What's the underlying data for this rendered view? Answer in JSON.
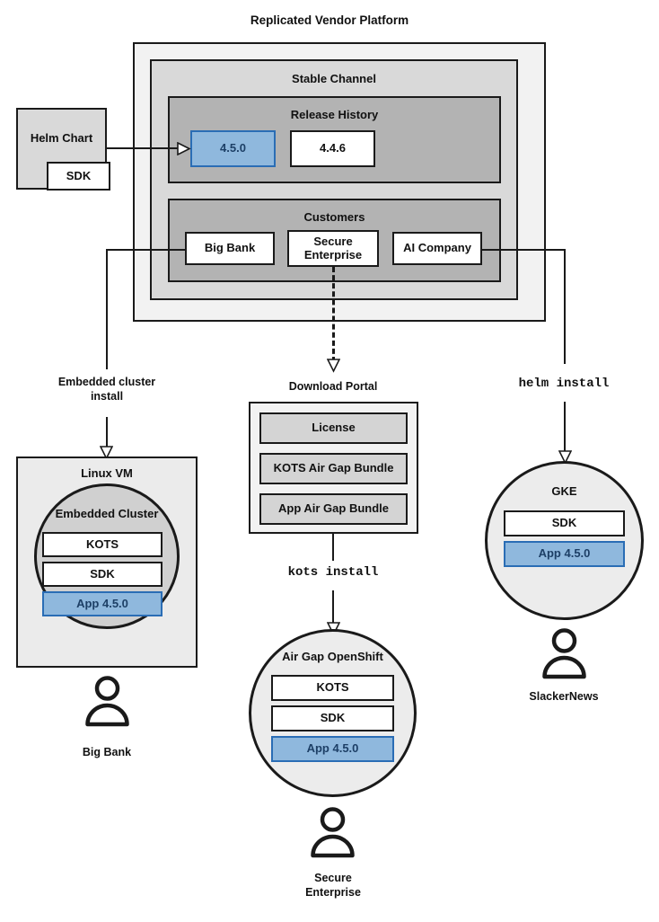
{
  "diagram": {
    "title": "Replicated Vendor Platform",
    "platform": {
      "stable_channel": {
        "title": "Stable Channel",
        "release_history": {
          "title": "Release History",
          "releases": [
            {
              "version": "4.5.0",
              "highlighted": true
            },
            {
              "version": "4.4.6",
              "highlighted": false
            }
          ]
        },
        "customers": {
          "title": "Customers",
          "items": [
            {
              "name": "Big Bank"
            },
            {
              "name": "Secure Enterprise"
            },
            {
              "name": "AI Company"
            }
          ]
        }
      }
    },
    "source": {
      "helm_chart": {
        "label": "Helm Chart",
        "component": "SDK"
      }
    },
    "flows": [
      {
        "label": "Embedded cluster install",
        "style": "solid"
      },
      {
        "label": "kots install",
        "style": "mono"
      },
      {
        "label": "helm install",
        "style": "mono"
      }
    ],
    "targets": {
      "linux_vm": {
        "title": "Linux VM",
        "cluster_title": "Embedded Cluster",
        "components": [
          {
            "label": "KOTS",
            "highlighted": false
          },
          {
            "label": "SDK",
            "highlighted": false
          },
          {
            "label": "App 4.5.0",
            "highlighted": true
          }
        ],
        "user": "Big Bank"
      },
      "download_portal": {
        "title": "Download Portal",
        "artifacts": [
          {
            "label": "License"
          },
          {
            "label": "KOTS Air Gap Bundle"
          },
          {
            "label": "App Air Gap Bundle"
          }
        ]
      },
      "air_gap_openshift": {
        "title": "Air Gap OpenShift",
        "components": [
          {
            "label": "KOTS",
            "highlighted": false
          },
          {
            "label": "SDK",
            "highlighted": false
          },
          {
            "label": "App 4.5.0",
            "highlighted": true
          }
        ],
        "user": "Secure Enterprise",
        "user_line1": "Secure",
        "user_line2": "Enterprise"
      },
      "gke": {
        "title": "GKE",
        "components": [
          {
            "label": "SDK",
            "highlighted": false
          },
          {
            "label": "App 4.5.0",
            "highlighted": true
          }
        ],
        "user": "SlackerNews"
      }
    },
    "labels": {
      "embedded_install_line1": "Embedded cluster",
      "embedded_install_line2": "install",
      "kots_install": "kots install",
      "helm_install": "helm install"
    },
    "colors": {
      "highlight_fill": "#8fb8dd",
      "highlight_border": "#2a6db5",
      "highlight_text": "#1d3f66",
      "panel_outer": "#f2f2f2",
      "panel_mid": "#d9d9d9",
      "panel_inner": "#b3b3b3",
      "stroke": "#1a1a1a"
    }
  }
}
